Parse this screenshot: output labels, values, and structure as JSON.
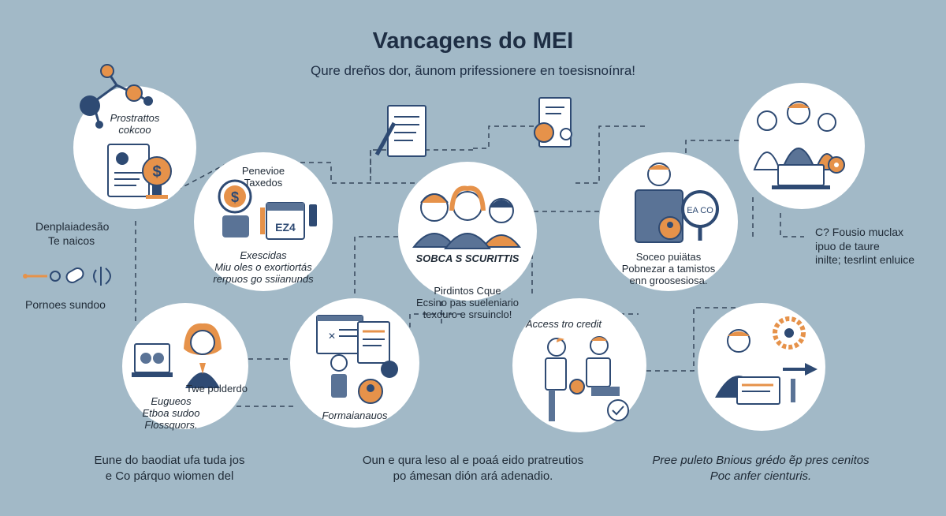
{
  "title": "Vancagens do MEI",
  "subtitle": "Qure dreños dor, ãunom prifessionere en toesisnoínra!",
  "colors": {
    "background": "#a2b9c7",
    "orange": "#e6924a",
    "navy": "#2e4a73",
    "slate": "#5a7396"
  },
  "nodes": {
    "prostrattos": {
      "label": [
        "Prostrattos",
        "cokcoo"
      ],
      "icons": [
        "molecule-icon",
        "document-icon",
        "dollar-coin-icon"
      ]
    },
    "penevioe": {
      "title": [
        "Penevioe",
        "Taxedos"
      ],
      "body": [
        "Exescidas",
        "Miu oles o exortiortás",
        "rerpuos go ssiianunds"
      ],
      "icons": [
        "dollar-coin-icon",
        "calendar-icon"
      ],
      "calendar_text": "EZ4"
    },
    "center": {
      "heading": "SOBCA S SCURITTIS",
      "body": [
        "Pirdintos Cque",
        "Ecsino pas sueleniario",
        "texouro e srsuinclo!"
      ],
      "icons": [
        "people-group-icon"
      ]
    },
    "soceo": {
      "body": [
        "Soceo puiätas",
        "Pobnezar a tamistos",
        "enn groosesiosa."
      ],
      "icons": [
        "worker-icon",
        "magnifier-icon"
      ],
      "magnifier_text": "EA CO"
    },
    "team": {
      "icons": [
        "team-icon",
        "gear-icon",
        "laptop-icon"
      ]
    },
    "twe": {
      "body": [
        "Twe polderdo",
        "Eugueos",
        "Etboa sudoo",
        "Flossquors."
      ],
      "icons": [
        "woman-icon",
        "monitor-icon"
      ]
    },
    "formai": {
      "label": "Formaianauos",
      "icons": [
        "browser-window-icon",
        "presenter-icon",
        "user-badge-icon"
      ]
    },
    "access": {
      "label": "Access tro credit",
      "icons": [
        "handshake-icon",
        "check-circle-icon"
      ]
    },
    "growth": {
      "icons": [
        "businessman-icon",
        "gear-icon",
        "growth-arrow-icon"
      ]
    }
  },
  "side_left": {
    "top": [
      "Denplaiadesão",
      "Te naicos"
    ],
    "bottom": "Pornoes sundoo"
  },
  "side_right": [
    "C? Fousio muclax",
    "ipuo de taure",
    "inilte; tesrlint enluice"
  ],
  "footer": {
    "left": [
      "Eune do baodiat ufa tuda jos",
      "e Co párquo wiomen del"
    ],
    "center": [
      "Oun e qura leso al e poaá eido pratreutios",
      "po ámesan dión ará adenadio."
    ],
    "right": [
      "Pree puleto Bnious grédo ẽp pres cenitos",
      "Poc anfer cienturis."
    ]
  }
}
